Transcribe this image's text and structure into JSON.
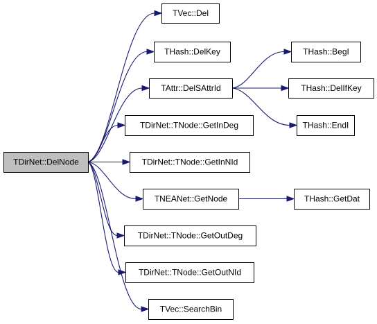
{
  "colors": {
    "root_fill": "#bfbfbf",
    "node_fill": "#ffffff",
    "border": "#000000",
    "edge": "#191970"
  },
  "nodes": [
    {
      "id": "root",
      "label": "TDirNet::DelNode",
      "root": true
    },
    {
      "id": "tvec_del",
      "label": "TVec::Del"
    },
    {
      "id": "thash_delkey",
      "label": "THash::DelKey"
    },
    {
      "id": "tattr_delsattrid",
      "label": "TAttr::DelSAttrId"
    },
    {
      "id": "thash_begi",
      "label": "THash::BegI"
    },
    {
      "id": "thash_delifkey",
      "label": "THash::DelIfKey"
    },
    {
      "id": "thash_endi",
      "label": "THash::EndI"
    },
    {
      "id": "getindeg",
      "label": "TDirNet::TNode::GetInDeg"
    },
    {
      "id": "getinnid",
      "label": "TDirNet::TNode::GetInNId"
    },
    {
      "id": "getnode",
      "label": "TNEANet::GetNode"
    },
    {
      "id": "thash_getdat",
      "label": "THash::GetDat"
    },
    {
      "id": "getoutdeg",
      "label": "TDirNet::TNode::GetOutDeg"
    },
    {
      "id": "getoutnid",
      "label": "TDirNet::TNode::GetOutNId"
    },
    {
      "id": "searchbin",
      "label": "TVec::SearchBin"
    }
  ],
  "edges": [
    {
      "from": "root",
      "to": "tvec_del"
    },
    {
      "from": "root",
      "to": "thash_delkey"
    },
    {
      "from": "root",
      "to": "tattr_delsattrid"
    },
    {
      "from": "root",
      "to": "getindeg"
    },
    {
      "from": "root",
      "to": "getinnid"
    },
    {
      "from": "root",
      "to": "getnode"
    },
    {
      "from": "root",
      "to": "getoutdeg"
    },
    {
      "from": "root",
      "to": "getoutnid"
    },
    {
      "from": "root",
      "to": "searchbin"
    },
    {
      "from": "tattr_delsattrid",
      "to": "thash_begi"
    },
    {
      "from": "tattr_delsattrid",
      "to": "thash_delifkey"
    },
    {
      "from": "tattr_delsattrid",
      "to": "thash_endi"
    },
    {
      "from": "getnode",
      "to": "thash_getdat"
    }
  ]
}
